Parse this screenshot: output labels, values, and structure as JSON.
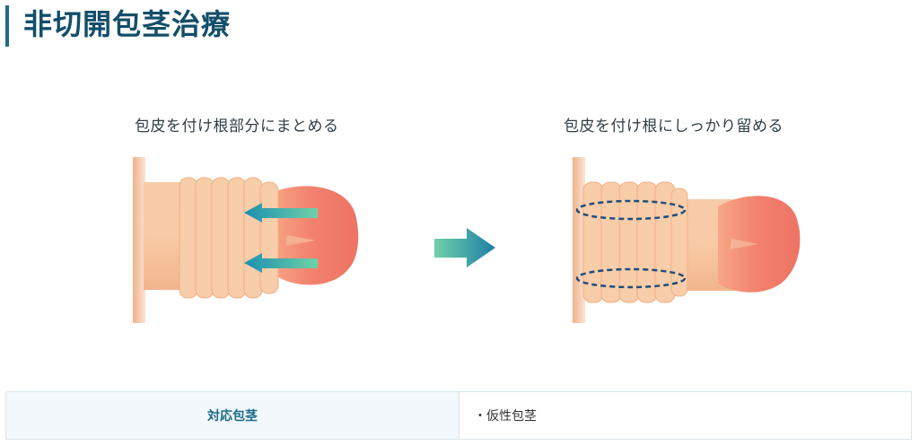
{
  "page": {
    "title": "非切開包茎治療"
  },
  "diagram": {
    "before_caption": "包皮を付け根部分にまとめる",
    "after_caption": "包皮を付け根にしっかり留める"
  },
  "table": {
    "header": "対応包茎",
    "value": "・仮性包茎"
  },
  "colors": {
    "title": "#134e69",
    "accent": "#1d6a8a",
    "skin": "#f5c29c",
    "glans": "#f2806c",
    "arrow_left": "#1c8fb0",
    "arrow_main_start": "#5cc9a4",
    "arrow_main_end": "#1d7ea6",
    "dashed_ring": "#1f4e7a"
  }
}
